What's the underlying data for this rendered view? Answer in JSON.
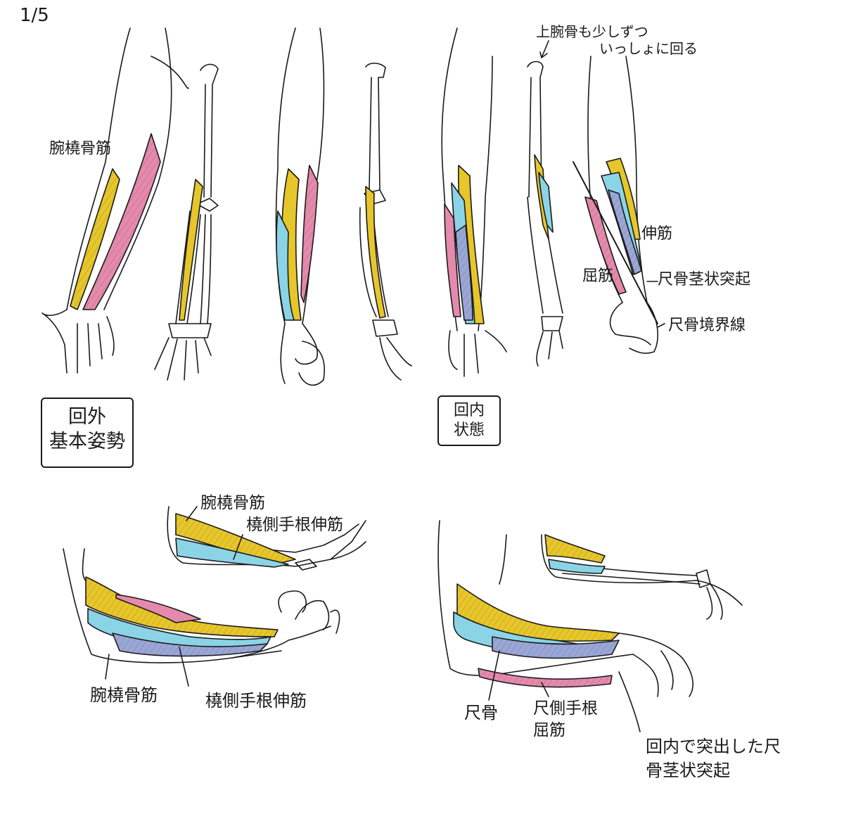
{
  "page_number": "1/5",
  "colors": {
    "brachioradialis": "#e6c62a",
    "extensor": "#8ad4e6",
    "flexor": "#e58aac",
    "deep": "#9aa6d6",
    "ink": "#1a1a1a"
  },
  "labels": {
    "brachioradialis_top": "腕橈骨筋",
    "humerus_rotates": "上腕骨も少しずつ",
    "rotates_together": "いっしょに回る",
    "extensor_short": "伸筋",
    "flexor_short": "屈筋",
    "ulna_styloid": "尺骨茎状突起",
    "ulna_border": "尺骨境界線",
    "lower_brachioradialis_top": "腕橈骨筋",
    "lower_ecr_top": "橈側手根伸筋",
    "lower_brachioradialis_bottom": "腕橈骨筋",
    "lower_ecr_bottom": "橈側手根伸筋",
    "ulna": "尺骨",
    "fcu": "尺側手根屈筋",
    "protruding_styloid": "回内で突出した尺骨茎状突起"
  },
  "boxes": {
    "supination_line1": "回外",
    "supination_line2": "基本姿勢",
    "pronation_line1": "回内",
    "pronation_line2": "状態"
  }
}
